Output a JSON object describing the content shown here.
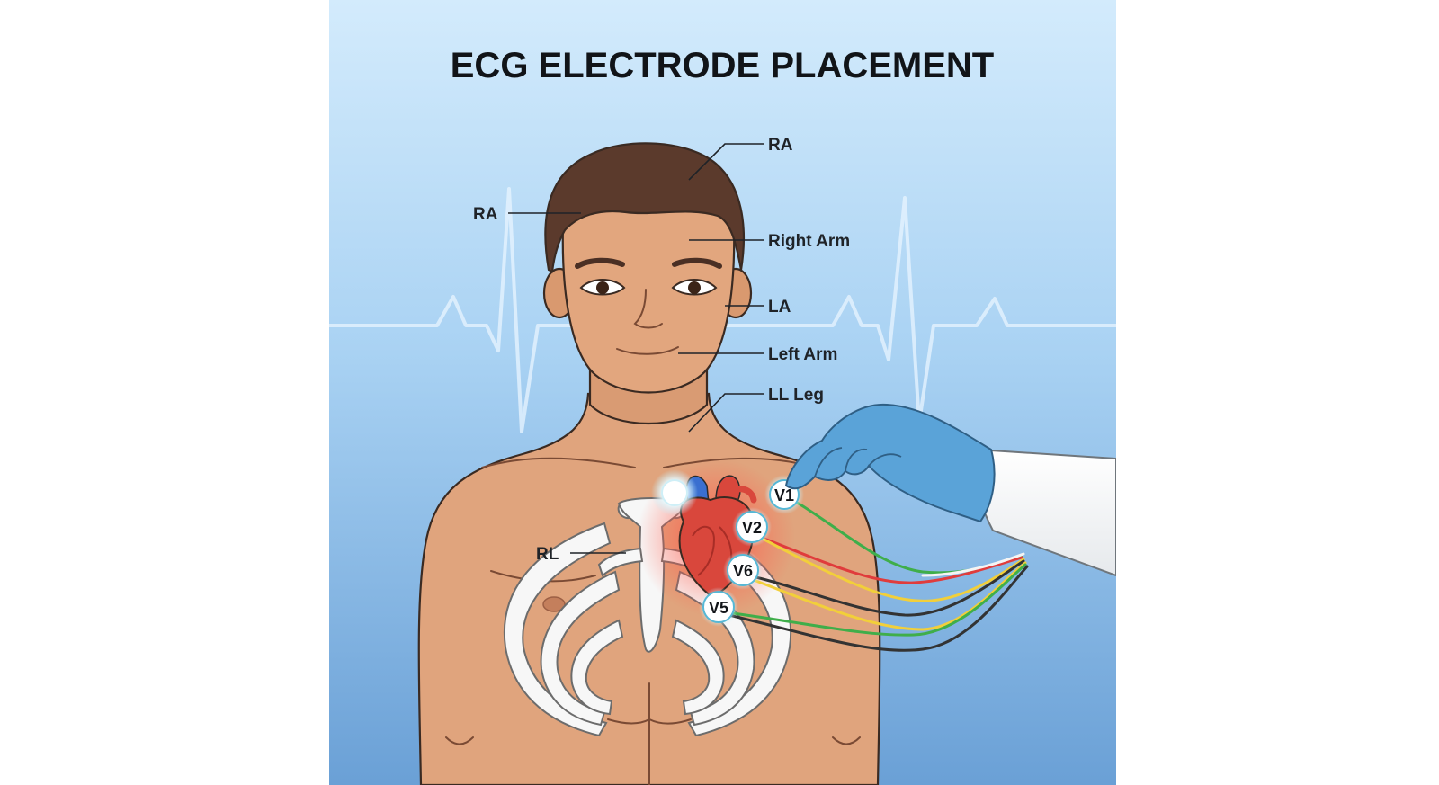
{
  "title": "ECG ELECTRODE PLACEMENT",
  "labels": {
    "ra_top": "RA",
    "ra_left": "RA",
    "right_arm": "Right Arm",
    "la": "LA",
    "left_arm": "Left Arm",
    "ll_leg": "LL Leg",
    "rl": "RL"
  },
  "electrodes": {
    "v1": "V1",
    "v2": "V2",
    "v6": "V6",
    "v5": "V5"
  },
  "colors": {
    "background_top": "#cfe8fb",
    "background_bottom": "#6fa4d8",
    "skin": "#e0a47d",
    "hair": "#5b3a2c",
    "glove": "#5aa3d8",
    "heart": "#d9473c",
    "wire_red": "#e03c3c",
    "wire_green": "#3fae4a",
    "wire_yellow": "#f2cf3a",
    "wire_white": "#f4f4f4",
    "wire_black": "#333333"
  }
}
